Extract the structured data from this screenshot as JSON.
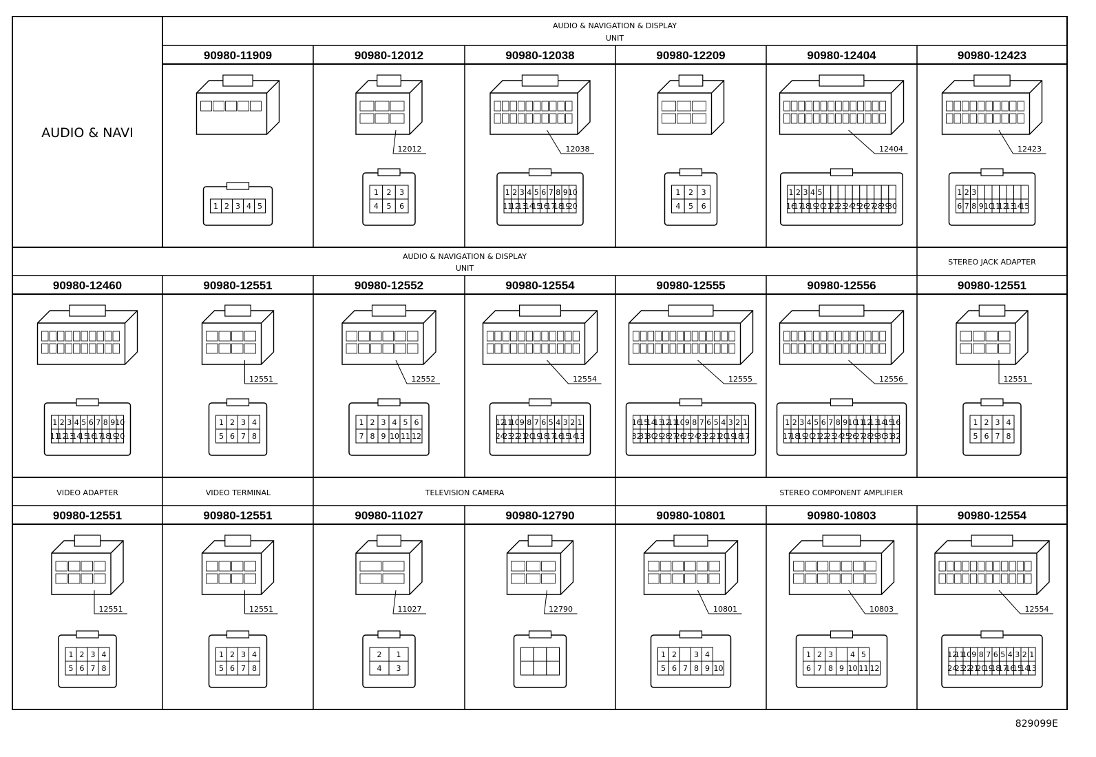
{
  "row_label": "AUDIO & NAVI",
  "headers": [
    {
      "id": "h1a",
      "text": "AUDIO & NAVIGATION & DISPLAY"
    },
    {
      "id": "h1b",
      "text": "UNIT"
    },
    {
      "id": "h2a",
      "text": "AUDIO & NAVIGATION & DISPLAY"
    },
    {
      "id": "h2b",
      "text": "UNIT"
    },
    {
      "id": "h2c",
      "text": "STEREO JACK ADAPTER"
    },
    {
      "id": "h3a",
      "text": "VIDEO ADAPTER"
    },
    {
      "id": "h3b",
      "text": "VIDEO TERMINAL"
    },
    {
      "id": "h3c",
      "text": "TELEVISION CAMERA"
    },
    {
      "id": "h3d",
      "text": "STEREO COMPONENT AMPLIFIER"
    }
  ],
  "connectors": [
    {
      "row": 0,
      "col": 1,
      "part": "90980-11909",
      "label": "",
      "pins": [
        [
          "1",
          "2",
          "3",
          "4",
          "5"
        ]
      ]
    },
    {
      "row": 0,
      "col": 2,
      "part": "90980-12012",
      "label": "12012",
      "pins": [
        [
          "1",
          "2",
          "3"
        ],
        [
          "4",
          "5",
          "6"
        ]
      ]
    },
    {
      "row": 0,
      "col": 3,
      "part": "90980-12038",
      "label": "12038",
      "pins": [
        [
          "1",
          "2",
          "3",
          "4",
          "5",
          "6",
          "7",
          "8",
          "9",
          "10"
        ],
        [
          "11",
          "12",
          "13",
          "14",
          "15",
          "16",
          "17",
          "18",
          "19",
          "20"
        ]
      ]
    },
    {
      "row": 0,
      "col": 4,
      "part": "90980-12209",
      "label": "",
      "pins": [
        [
          "1",
          "2",
          "3"
        ],
        [
          "4",
          "5",
          "6"
        ]
      ]
    },
    {
      "row": 0,
      "col": 5,
      "part": "90980-12404",
      "label": "12404",
      "pins": [
        [
          "1",
          "2",
          "3",
          "4",
          "5",
          "",
          "",
          "",
          "",
          "",
          "",
          "",
          "",
          "",
          ""
        ],
        [
          "16",
          "17",
          "18",
          "19",
          "20",
          "21",
          "22",
          "23",
          "24",
          "25",
          "26",
          "27",
          "28",
          "29",
          "30"
        ]
      ]
    },
    {
      "row": 0,
      "col": 6,
      "part": "90980-12423",
      "label": "12423",
      "pins": [
        [
          "1",
          "2",
          "3",
          "",
          "",
          "",
          "",
          "",
          "",
          ""
        ],
        [
          "6",
          "7",
          "8",
          "9",
          "10",
          "11",
          "12",
          "13",
          "14",
          "15"
        ]
      ]
    },
    {
      "row": 1,
      "col": 0,
      "part": "90980-12460",
      "label": "",
      "pins": [
        [
          "1",
          "2",
          "3",
          "4",
          "5",
          "6",
          "7",
          "8",
          "9",
          "10"
        ],
        [
          "11",
          "12",
          "13",
          "14",
          "15",
          "16",
          "17",
          "18",
          "19",
          "20"
        ]
      ]
    },
    {
      "row": 1,
      "col": 1,
      "part": "90980-12551",
      "label": "12551",
      "pins": [
        [
          "1",
          "2",
          "3",
          "4"
        ],
        [
          "5",
          "6",
          "7",
          "8"
        ]
      ]
    },
    {
      "row": 1,
      "col": 2,
      "part": "90980-12552",
      "label": "12552",
      "pins": [
        [
          "1",
          "2",
          "3",
          "4",
          "5",
          "6"
        ],
        [
          "7",
          "8",
          "9",
          "10",
          "11",
          "12"
        ]
      ]
    },
    {
      "row": 1,
      "col": 3,
      "part": "90980-12554",
      "label": "12554",
      "pins": [
        [
          "12",
          "11",
          "10",
          "9",
          "8",
          "7",
          "6",
          "5",
          "4",
          "3",
          "2",
          "1"
        ],
        [
          "24",
          "23",
          "22",
          "21",
          "20",
          "19",
          "18",
          "17",
          "16",
          "15",
          "14",
          "13"
        ]
      ]
    },
    {
      "row": 1,
      "col": 4,
      "part": "90980-12555",
      "label": "12555",
      "pins": [
        [
          "16",
          "15",
          "14",
          "13",
          "12",
          "11",
          "10",
          "9",
          "8",
          "7",
          "6",
          "5",
          "4",
          "3",
          "2",
          "1"
        ],
        [
          "32",
          "31",
          "30",
          "29",
          "28",
          "27",
          "26",
          "25",
          "24",
          "23",
          "22",
          "21",
          "20",
          "19",
          "18",
          "17"
        ]
      ]
    },
    {
      "row": 1,
      "col": 5,
      "part": "90980-12556",
      "label": "12556",
      "pins": [
        [
          "1",
          "2",
          "3",
          "4",
          "5",
          "6",
          "7",
          "8",
          "9",
          "10",
          "11",
          "12",
          "13",
          "14",
          "15",
          "16"
        ],
        [
          "17",
          "18",
          "19",
          "20",
          "21",
          "22",
          "23",
          "24",
          "25",
          "26",
          "27",
          "28",
          "29",
          "30",
          "31",
          "32"
        ]
      ]
    },
    {
      "row": 1,
      "col": 6,
      "part": "90980-12551",
      "label": "12551",
      "pins": [
        [
          "1",
          "2",
          "3",
          "4"
        ],
        [
          "5",
          "6",
          "7",
          "8"
        ]
      ]
    },
    {
      "row": 2,
      "col": 0,
      "part": "90980-12551",
      "label": "12551",
      "pins": [
        [
          "1",
          "2",
          "3",
          "4"
        ],
        [
          "5",
          "6",
          "7",
          "8"
        ]
      ]
    },
    {
      "row": 2,
      "col": 1,
      "part": "90980-12551",
      "label": "12551",
      "pins": [
        [
          "1",
          "2",
          "3",
          "4"
        ],
        [
          "5",
          "6",
          "7",
          "8"
        ]
      ]
    },
    {
      "row": 2,
      "col": 2,
      "part": "90980-11027",
      "label": "11027",
      "pins": [
        [
          "2",
          "1"
        ],
        [
          "4",
          "3"
        ]
      ]
    },
    {
      "row": 2,
      "col": 3,
      "part": "90980-12790",
      "label": "12790",
      "pins": [
        [
          "",
          "",
          ""
        ],
        [
          "",
          "",
          ""
        ]
      ]
    },
    {
      "row": 2,
      "col": 4,
      "part": "90980-10801",
      "label": "10801",
      "pins": [
        [
          "1",
          "2",
          "",
          "3",
          "4"
        ],
        [
          "5",
          "6",
          "7",
          "8",
          "9",
          "10"
        ]
      ]
    },
    {
      "row": 2,
      "col": 5,
      "part": "90980-10803",
      "label": "10803",
      "pins": [
        [
          "1",
          "2",
          "3",
          "",
          "4",
          "5"
        ],
        [
          "6",
          "7",
          "8",
          "9",
          "10",
          "11",
          "12"
        ]
      ]
    },
    {
      "row": 2,
      "col": 6,
      "part": "90980-12554",
      "label": "12554",
      "pins": [
        [
          "12",
          "11",
          "10",
          "9",
          "8",
          "7",
          "6",
          "5",
          "4",
          "3",
          "2",
          "1"
        ],
        [
          "24",
          "23",
          "22",
          "21",
          "20",
          "19",
          "18",
          "17",
          "16",
          "15",
          "14",
          "13"
        ]
      ]
    }
  ],
  "footer_code": "829099E"
}
